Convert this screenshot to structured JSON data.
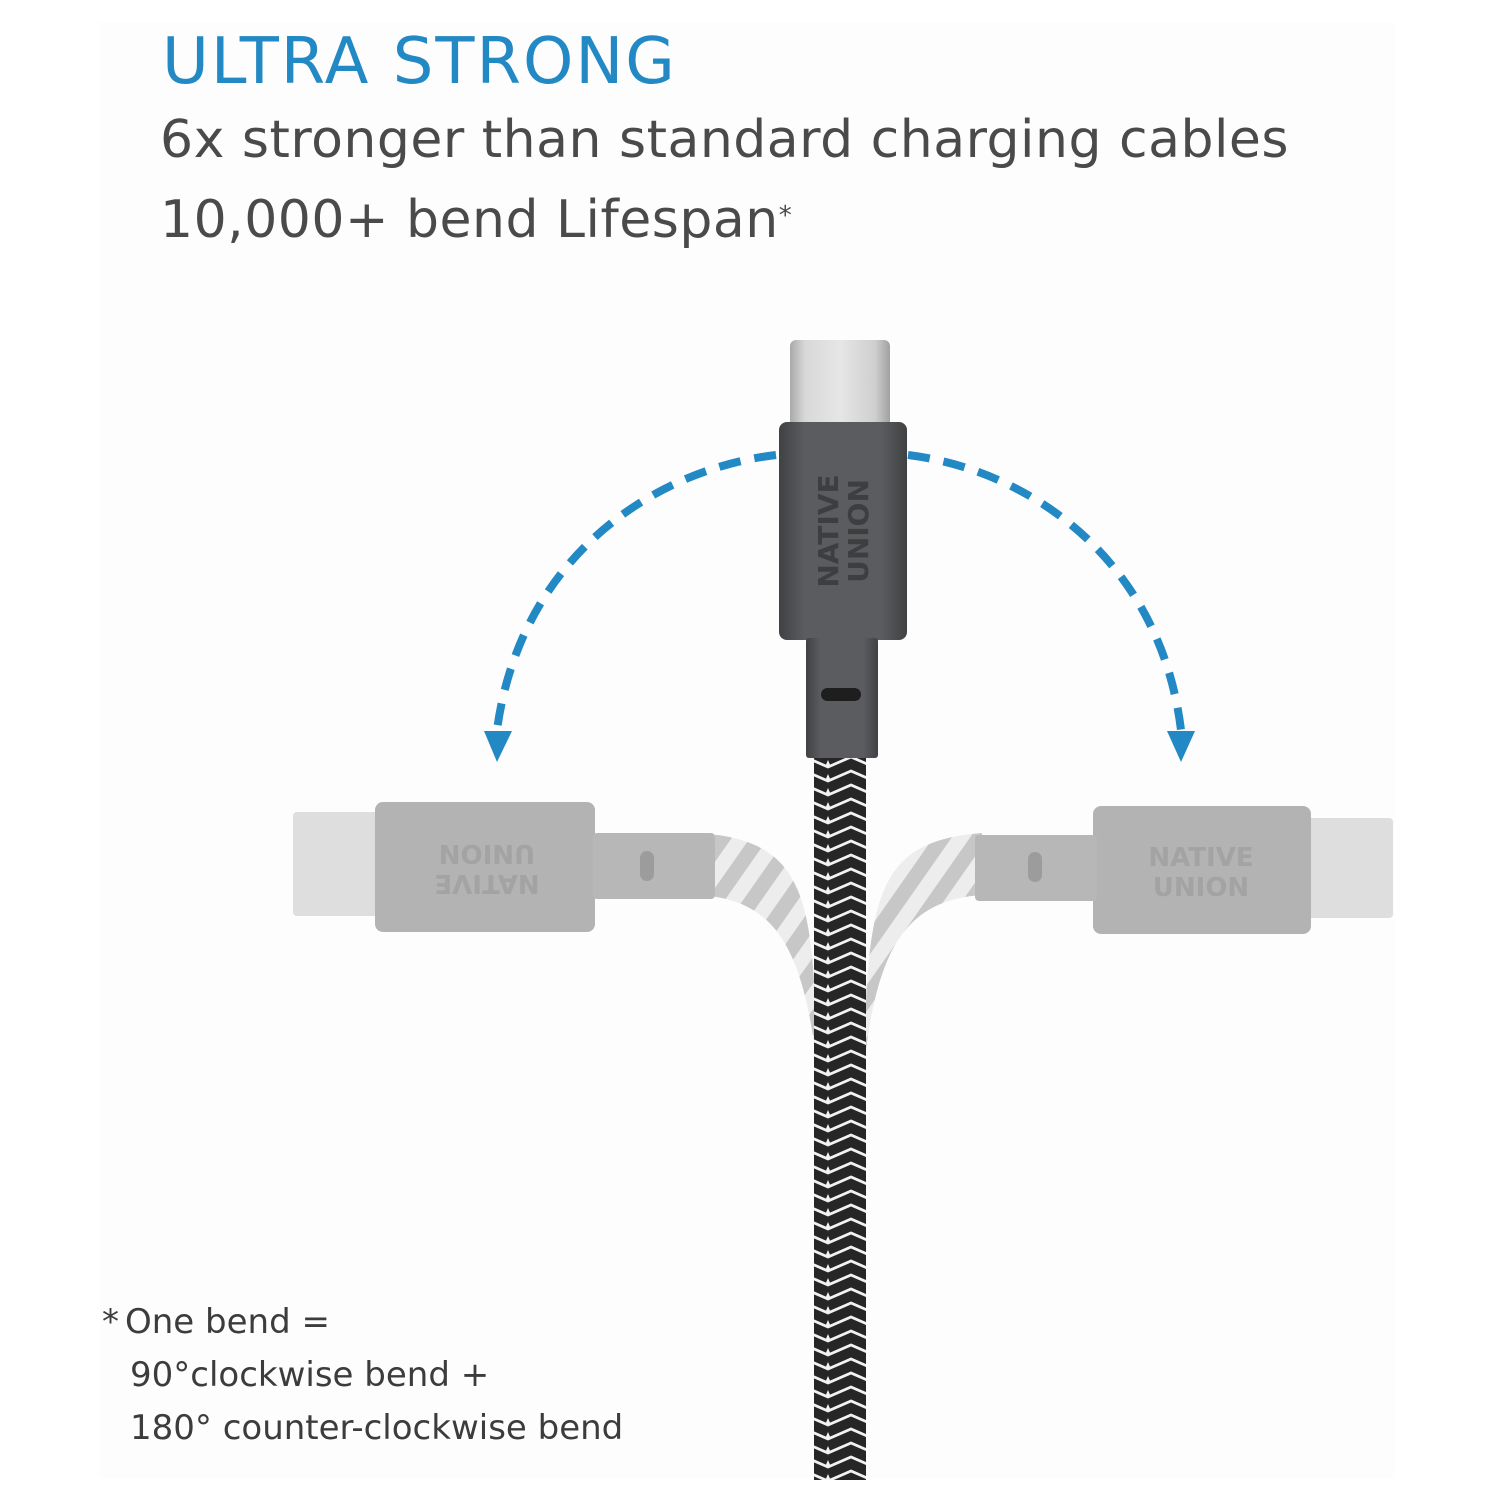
{
  "header": {
    "title": "ULTRA STRONG",
    "line1": "6x stronger than standard charging cables",
    "line2": "10,000+ bend Lifespan",
    "line2_marker": "*"
  },
  "product": {
    "brand_line1": "NATIVE",
    "brand_line2": "UNION",
    "connector_type": "USB-C",
    "cable_style": "braided zigzag (black/white/red/green)"
  },
  "diagram": {
    "arrows": [
      {
        "name": "bend-left-arrow",
        "direction": "counter-clockwise",
        "angle_deg": 90
      },
      {
        "name": "bend-right-arrow",
        "direction": "clockwise",
        "angle_deg": 90
      }
    ]
  },
  "footnote": {
    "marker": "*",
    "line1": "One bend =",
    "line2": "90°clockwise bend +",
    "line3": "180° counter-clockwise bend"
  },
  "colors": {
    "accent_blue": "#2389c4",
    "text_gray": "#4a4a4a",
    "connector_dark": "#55575a",
    "connector_ghost": "#b3b3b3",
    "metal_tip": "#d2d2d2",
    "background": "#fdfdfd"
  }
}
